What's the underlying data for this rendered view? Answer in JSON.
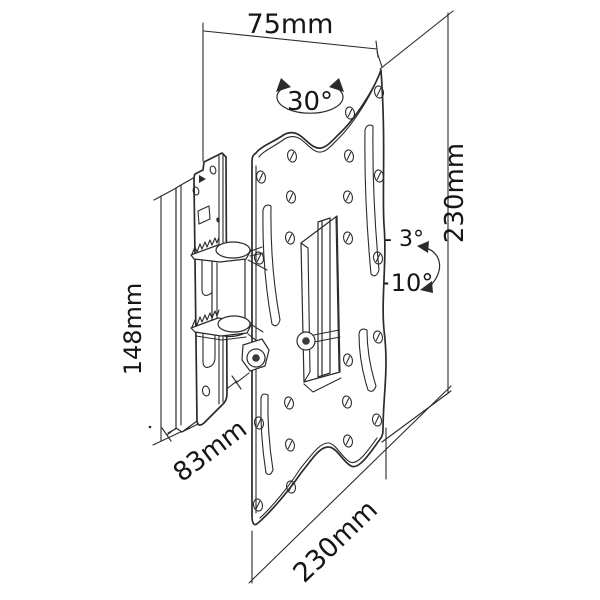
{
  "labels": {
    "top_width": "75mm",
    "swivel_angle": "30°",
    "right_height": "230mm",
    "tilt_up": "- 3°",
    "tilt_down": "+10°",
    "bracket_height": "148mm",
    "bracket_depth": "83mm",
    "bottom_width": "230mm"
  },
  "colors": {
    "line": "#2b2b2b",
    "text": "#161616",
    "background": "#ffffff"
  }
}
